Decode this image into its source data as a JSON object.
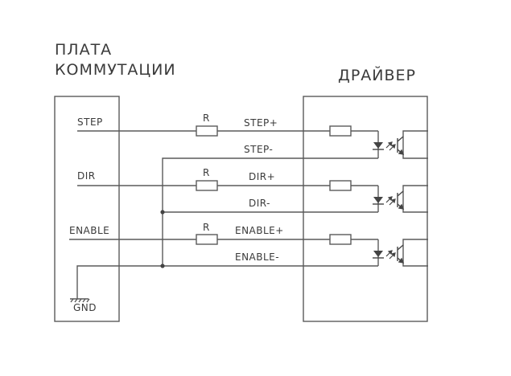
{
  "titles": {
    "left_line1": "ПЛАТА",
    "left_line2": "КОММУТАЦИИ",
    "right": "ДРАЙВЕР"
  },
  "left_board": {
    "signals": [
      "STEP",
      "DIR",
      "ENABLE"
    ],
    "ground": "GND"
  },
  "wires": {
    "resistor_label": "R",
    "driver_inputs": [
      "STEP+",
      "STEP-",
      "DIR+",
      "DIR-",
      "ENABLE+",
      "ENABLE-"
    ]
  },
  "colors": {
    "line": "#555555",
    "text": "#3a3a3a",
    "background": "#ffffff"
  }
}
